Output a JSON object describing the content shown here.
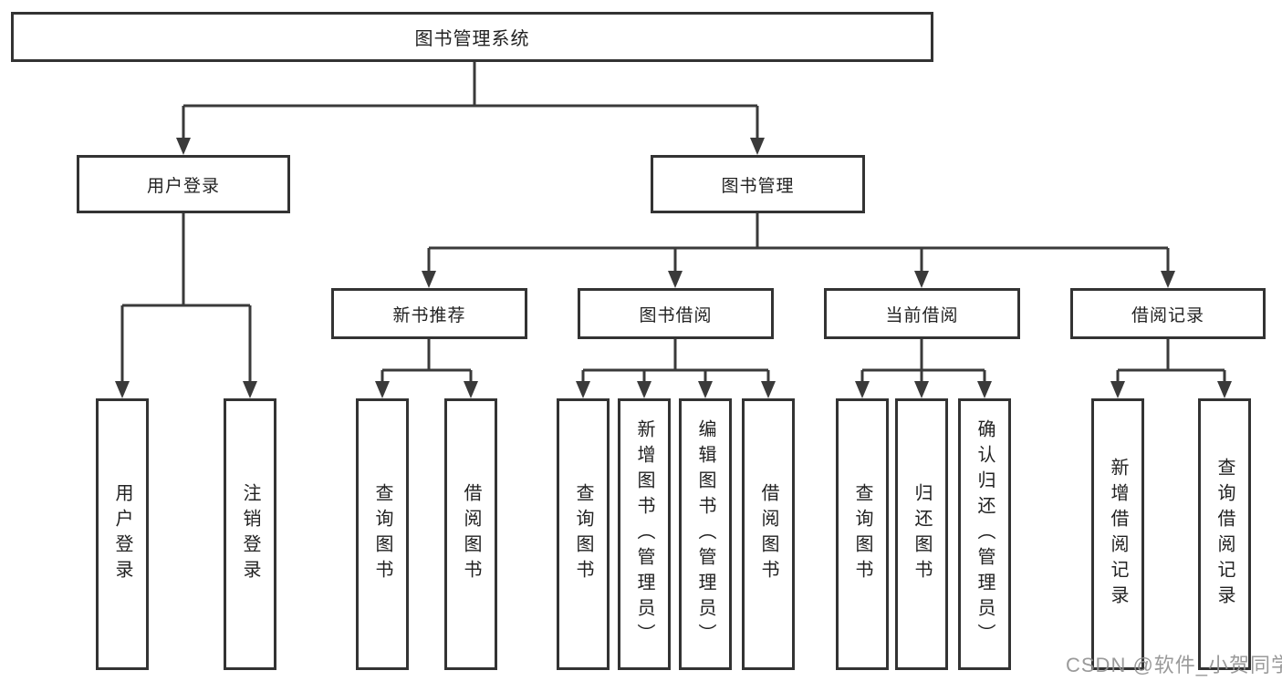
{
  "colors": {
    "line": "#3a3a3a",
    "box_border": "#333333",
    "text": "#222222",
    "watermark": "#919191",
    "background": "#ffffff"
  },
  "tree": {
    "root_label": "图书管理系统",
    "branches": [
      {
        "label": "用户登录",
        "children": [
          "用户登录",
          "注销登录"
        ]
      },
      {
        "label": "图书管理",
        "children": [
          {
            "label": "新书推荐",
            "children": [
              "查询图书",
              "借阅图书"
            ]
          },
          {
            "label": "图书借阅",
            "children": [
              "查询图书",
              "新增图书（管理员）",
              "编辑图书（管理员）",
              "借阅图书"
            ]
          },
          {
            "label": "当前借阅",
            "children": [
              "查询图书",
              "归还图书",
              "确认归还（管理员）"
            ]
          },
          {
            "label": "借阅记录",
            "children": [
              "新增借阅记录",
              "查询借阅记录"
            ]
          }
        ]
      }
    ]
  },
  "watermark": {
    "text": "CSDN @软件_小贺同学"
  }
}
